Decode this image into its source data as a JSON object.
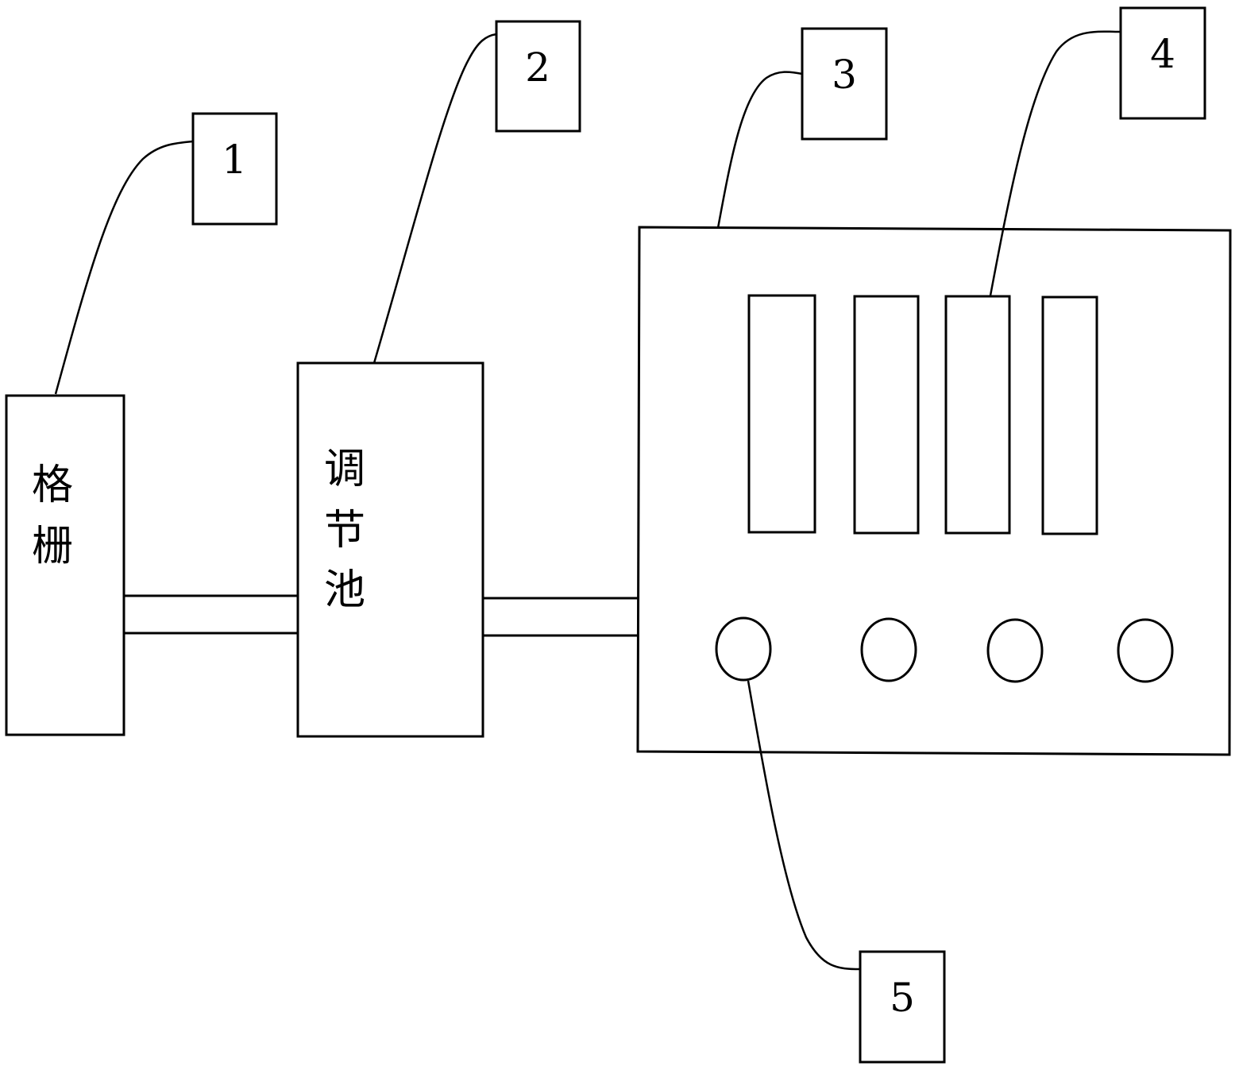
{
  "labels": {
    "grille": [
      "格",
      "栅"
    ],
    "tank": [
      "调",
      "节",
      "池"
    ]
  },
  "callouts": [
    "1",
    "2",
    "3",
    "4",
    "5"
  ]
}
